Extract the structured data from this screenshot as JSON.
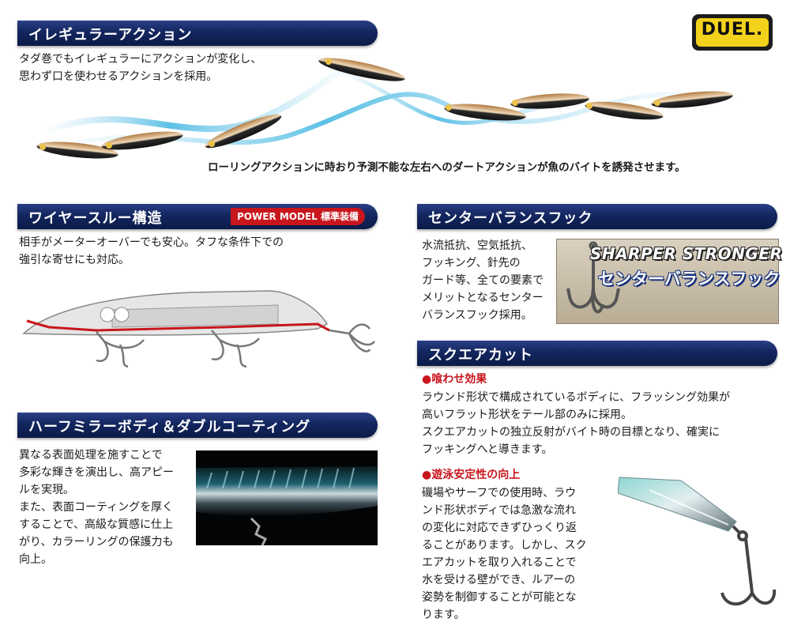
{
  "logo": {
    "text": "DUEL."
  },
  "irregular": {
    "title": "イレギュラーアクション",
    "desc": [
      "タダ巻でもイレギュラーにアクションが変化し、",
      "思わず口を使わせるアクションを採用。"
    ],
    "caption": "ローリングアクションに時おり予測不能な左右へのダートアクションが魚のバイトを誘発させます。"
  },
  "wire": {
    "title": "ワイヤースルー構造",
    "badge": "POWER MODEL 標準装備",
    "desc": [
      "相手がメーターオーバーでも安心。タフな条件下での",
      "強引な寄せにも対応。"
    ]
  },
  "center": {
    "title": "センターバランスフック",
    "desc": [
      "水流抵抗、空気抵抗、",
      "フッキング、針先の",
      "ガード等、全ての要素で",
      "メリットとなるセンター",
      "バランスフック採用。"
    ],
    "logo_line1": "SHARPER STRONGER",
    "logo_line2": "センターバランスフック"
  },
  "mirror": {
    "title": "ハーフミラーボディ＆ダブルコーティング",
    "desc": [
      "異なる表面処理を施すことで",
      "多彩な輝きを演出し、高アピー",
      "ルを実現。",
      "また、表面コーティングを厚く",
      "することで、高級な質感に仕上",
      "がり、カラーリングの保護力も",
      "向上。"
    ]
  },
  "square": {
    "title": "スクエアカット",
    "sub1": "●喰わせ効果",
    "desc1": [
      "ラウンド形状で構成されているボディに、フラッシング効果が",
      "高いフラット形状をテール部のみに採用。",
      "スクエアカットの独立反射がバイト時の目標となり、確実に",
      "フッキングへと導きます。"
    ],
    "sub2": "●遊泳安定性の向上",
    "desc2": [
      "磯場やサーフでの使用時、ラウ",
      "ンド形状ボディでは急激な流れ",
      "の変化に対応できずひっくり返",
      "ることがあります。しかし、スク",
      "エアカットを取り入れることで",
      "水を受ける壁ができ、ルアーの",
      "姿勢を制御することが可能とな",
      "ります。"
    ]
  },
  "colors": {
    "navy": "#13265f",
    "accent_red": "#c8161d",
    "logo_yellow": "#f2d21b"
  }
}
